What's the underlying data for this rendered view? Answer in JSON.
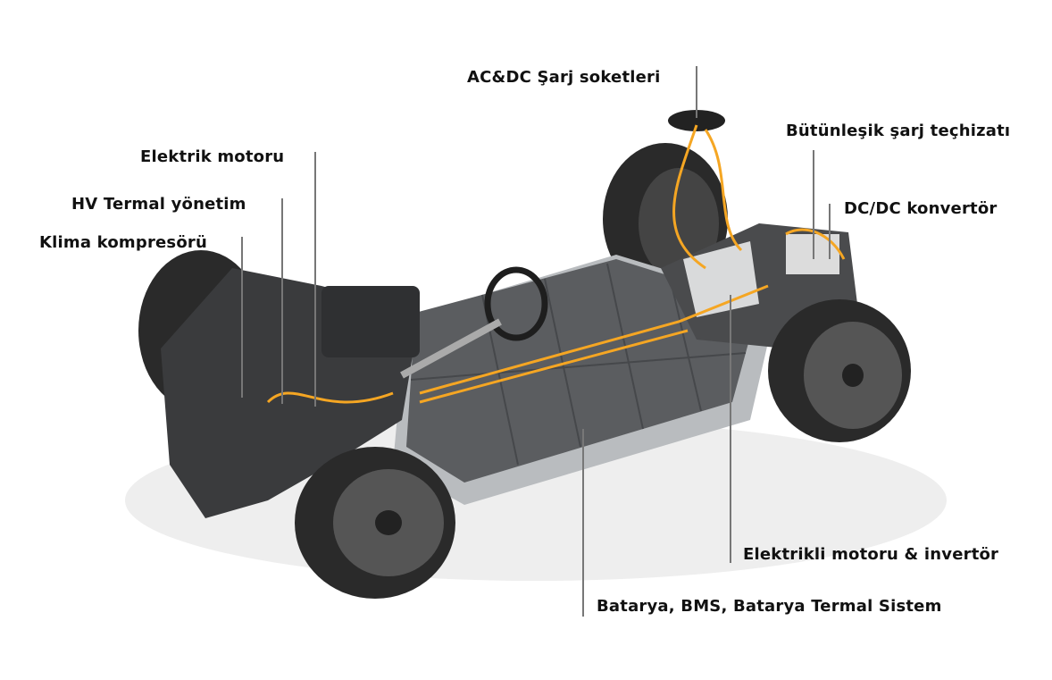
{
  "labels": {
    "ac_dc": "AC&DC Şarj soketleri",
    "integrated_charger": "Bütünleşik şarj teçhizatı",
    "dc_dc": "DC/DC konvertör",
    "electric_motor": "Elektrik motoru",
    "hv_thermal": "HV Termal yönetim",
    "ac_compressor": "Klima kompresörü",
    "rear_motor_inverter": "Elektrikli motoru & invertör",
    "battery": "Batarya, BMS, Batarya Termal Sistem"
  },
  "colors": {
    "cable": "#f5a623",
    "tire": "#2a2a2a",
    "battery": "#5b5d60",
    "frame": "#b9bcbf"
  }
}
